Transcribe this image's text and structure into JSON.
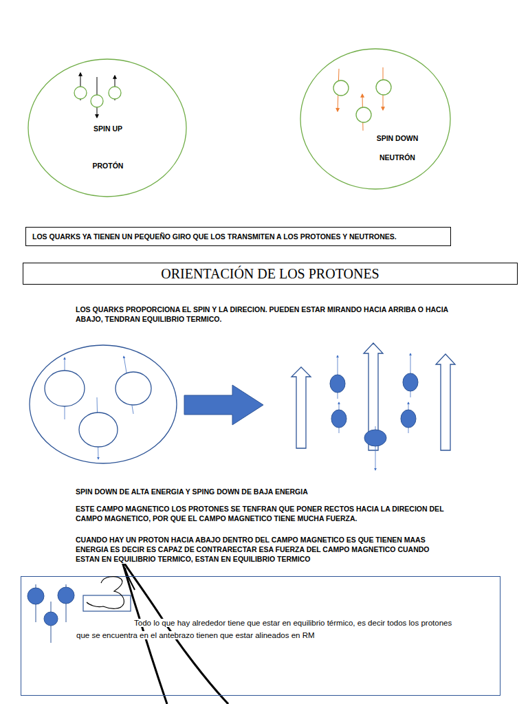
{
  "diagram": {
    "title": "ORIENTACIÓN DE LOS PROTONES",
    "nodes": [
      {
        "text": [
          "SPIN UP",
          "PROTÓN"
        ]
      },
      {
        "text": [
          "SPIN DOWN",
          "NEUTRÓN"
        ]
      },
      {
        "text": [
          "LOS QUARKS YA TIENEN UN PEQUEÑO GIRO QUE LOS TRANSMITEN A LOS PROTONES Y NEUTRONES."
        ]
      },
      {
        "text": [
          "Todo lo que hay alrededor tiene que estar en equilibrio térmico, es decir todos los protones que se encuentra en el antebrazo tienen que estar alineados en RM"
        ]
      }
    ],
    "labels": [
      "LOS QUARKS PROPORCIONA EL SPIN Y LA DIRECION. PUEDEN ESTAR MIRANDO HACIA ARRIBA O HACIA ABAJO, TENDRAN EQUILIBRIO TERMICO.",
      "SPIN DOWN DE ALTA ENERGIA Y SPING DOWN DE BAJA ENERGIA",
      "ESTE CAMPO MAGNETICO LOS PROTONES SE TENFRAN QUE PONER RECTOS HACIA LA DIRECION DEL CAMPO MAGNETICO, POR QUE EL CAMPO MAGNETICO TIENE MUCHA FUERZA.",
      "CUANDO HAY UN PROTON HACIA ABAJO DENTRO DEL CAMPO MAGNETICO ES QUE TIENEN MAAS ENERGIA ES DECIR ES CAPAZ DE CONTRARECTAR ESA FUERZA DEL CAMPO MAGNETICO CUANDO ESTAN EN EQUILIBRIO TERMICO, ESTAN EN EQUILIBRIO TERMICO"
    ]
  }
}
